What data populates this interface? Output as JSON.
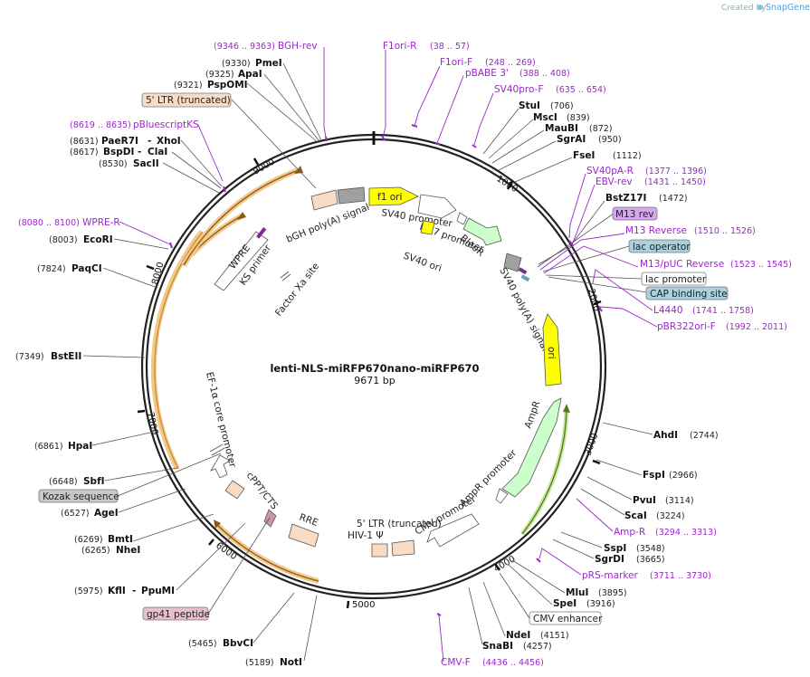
{
  "watermark": {
    "prefix": "Created by",
    "brand": "SnapGene"
  },
  "plasmid": {
    "name": "lenti-NLS-miRFP670nano-miRFP670",
    "length_label": "9671 bp"
  },
  "ticks": [
    {
      "label": "1000"
    },
    {
      "label": "2000"
    },
    {
      "label": "3000"
    },
    {
      "label": "4000"
    },
    {
      "label": "5000"
    },
    {
      "label": "6000"
    },
    {
      "label": "7000"
    },
    {
      "label": "8000"
    },
    {
      "label": "9000"
    }
  ],
  "labels_left": [
    {
      "name": "BGH-rev",
      "pos": "(9346 .. 9363)",
      "kind": "primer"
    },
    {
      "name": "PmeI",
      "pos": "(9330)",
      "kind": "enzyme"
    },
    {
      "name": "ApaI",
      "pos": "(9325)",
      "kind": "enzyme"
    },
    {
      "name": "PspOMI",
      "pos": "(9321)",
      "kind": "enzyme"
    },
    {
      "name": "5' LTR (truncated)",
      "kind": "boxed",
      "color": "#f9dcc3"
    },
    {
      "name": "pBluescriptKS",
      "pos": "(8619 .. 8635)",
      "kind": "primer"
    },
    {
      "name": "PaeR7I",
      "extra": "XhoI",
      "pos": "(8631)",
      "kind": "enzyme"
    },
    {
      "name": "BspDI",
      "extra": "ClaI",
      "pos": "(8617)",
      "kind": "enzyme"
    },
    {
      "name": "SacII",
      "pos": "(8530)",
      "kind": "enzyme"
    },
    {
      "name": "WPRE-R",
      "pos": "(8080 .. 8100)",
      "kind": "primer"
    },
    {
      "name": "EcoRI",
      "pos": "(8003)",
      "kind": "enzyme"
    },
    {
      "name": "PaqCI",
      "pos": "(7824)",
      "kind": "enzyme"
    },
    {
      "name": "BstEII",
      "pos": "(7349)",
      "kind": "enzyme"
    },
    {
      "name": "HpaI",
      "pos": "(6861)",
      "kind": "enzyme"
    },
    {
      "name": "SbfI",
      "pos": "(6648)",
      "kind": "enzyme"
    },
    {
      "name": "Kozak sequence",
      "kind": "boxed",
      "color": "#c8c8c8"
    },
    {
      "name": "AgeI",
      "pos": "(6527)",
      "kind": "enzyme"
    },
    {
      "name": "BmtI",
      "pos": "(6269)",
      "kind": "enzyme"
    },
    {
      "name": "NheI",
      "pos": "(6265)",
      "kind": "enzyme"
    },
    {
      "name": "KflI",
      "extra": "PpuMI",
      "pos": "(5975)",
      "kind": "enzyme"
    },
    {
      "name": "gp41 peptide",
      "kind": "boxed",
      "color": "#e7c0cf"
    },
    {
      "name": "BbvCI",
      "pos": "(5465)",
      "kind": "enzyme"
    },
    {
      "name": "NotI",
      "pos": "(5189)",
      "kind": "enzyme"
    }
  ],
  "labels_right": [
    {
      "name": "F1ori-R",
      "pos": "(38 .. 57)",
      "kind": "primer"
    },
    {
      "name": "F1ori-F",
      "pos": "(248 .. 269)",
      "kind": "primer"
    },
    {
      "name": "pBABE 3'",
      "pos": "(388 .. 408)",
      "kind": "primer"
    },
    {
      "name": "SV40pro-F",
      "pos": "(635 .. 654)",
      "kind": "primer"
    },
    {
      "name": "StuI",
      "pos": "(706)",
      "kind": "enzyme"
    },
    {
      "name": "MscI",
      "pos": "(839)",
      "kind": "enzyme"
    },
    {
      "name": "MauBI",
      "pos": "(872)",
      "kind": "enzyme"
    },
    {
      "name": "SgrAI",
      "pos": "(950)",
      "kind": "enzyme"
    },
    {
      "name": "FseI",
      "pos": "(1112)",
      "kind": "enzyme"
    },
    {
      "name": "SV40pA-R",
      "pos": "(1377 .. 1396)",
      "kind": "primer"
    },
    {
      "name": "EBV-rev",
      "pos": "(1431 .. 1450)",
      "kind": "primer"
    },
    {
      "name": "BstZ17I",
      "pos": "(1472)",
      "kind": "enzyme"
    },
    {
      "name": "M13 rev",
      "kind": "boxed",
      "color": "#d6a6ef"
    },
    {
      "name": "M13 Reverse",
      "pos": "(1510 .. 1526)",
      "kind": "primer"
    },
    {
      "name": "lac operator",
      "kind": "boxed",
      "color": "#a8d2dd"
    },
    {
      "name": "M13/pUC Reverse",
      "pos": "(1523 .. 1545)",
      "kind": "primer"
    },
    {
      "name": "lac promoter",
      "kind": "boxed",
      "color": "#ffffff"
    },
    {
      "name": "CAP binding site",
      "kind": "boxed",
      "color": "#a8d2dd"
    },
    {
      "name": "L4440",
      "pos": "(1741 .. 1758)",
      "kind": "primer"
    },
    {
      "name": "pBR322ori-F",
      "pos": "(1992 .. 2011)",
      "kind": "primer"
    },
    {
      "name": "AhdI",
      "pos": "(2744)",
      "kind": "enzyme"
    },
    {
      "name": "FspI",
      "pos": "(2966)",
      "kind": "enzyme"
    },
    {
      "name": "PvuI",
      "pos": "(3114)",
      "kind": "enzyme"
    },
    {
      "name": "ScaI",
      "pos": "(3224)",
      "kind": "enzyme"
    },
    {
      "name": "Amp-R",
      "pos": "(3294 .. 3313)",
      "kind": "primer"
    },
    {
      "name": "SspI",
      "pos": "(3548)",
      "kind": "enzyme"
    },
    {
      "name": "SgrDI",
      "pos": "(3665)",
      "kind": "enzyme"
    },
    {
      "name": "pRS-marker",
      "pos": "(3711 .. 3730)",
      "kind": "primer"
    },
    {
      "name": "MluI",
      "pos": "(3895)",
      "kind": "enzyme"
    },
    {
      "name": "SpeI",
      "pos": "(3916)",
      "kind": "enzyme"
    },
    {
      "name": "CMV enhancer",
      "kind": "boxed",
      "color": "#ffffff"
    },
    {
      "name": "NdeI",
      "pos": "(4151)",
      "kind": "enzyme"
    },
    {
      "name": "SnaBI",
      "pos": "(4257)",
      "kind": "enzyme"
    },
    {
      "name": "CMV-F",
      "pos": "(4436 .. 4456)",
      "kind": "primer"
    }
  ],
  "features": [
    {
      "name": "f1 ori",
      "color": "#ffff00"
    },
    {
      "name": "SV40 promoter",
      "color": "#ffffff"
    },
    {
      "name": "EM7 promoter",
      "color": "#ffffff"
    },
    {
      "name": "BleoR",
      "color": "#ccffcc"
    },
    {
      "name": "SV40 ori",
      "color": "#ffff00"
    },
    {
      "name": "SV40 poly(A) signal",
      "color": "#a0a0a0"
    },
    {
      "name": "ori",
      "color": "#ffff00"
    },
    {
      "name": "AmpR",
      "color": "#ccffcc"
    },
    {
      "name": "AmpR promoter",
      "color": "#ffffff"
    },
    {
      "name": "CMV promoter",
      "color": "#ffffff"
    },
    {
      "name": "5' LTR (truncated)",
      "color": "#f9dcc3"
    },
    {
      "name": "HIV-1 Ψ",
      "color": "#f9dcc3"
    },
    {
      "name": "RRE",
      "color": "#f9dcc3"
    },
    {
      "name": "cPPT/CTS",
      "color": "#f9dcc3"
    },
    {
      "name": "EF-1α core promoter",
      "color": "#ffffff"
    },
    {
      "name": "WPRE",
      "color": "#ffffff"
    },
    {
      "name": "KS primer",
      "color": "#ffffff"
    },
    {
      "name": "Factor Xa site",
      "color": "#ffffff"
    },
    {
      "name": "bGH poly(A) signal",
      "color": "#a0a0a0"
    }
  ],
  "colors": {
    "primer": "#9a27c9",
    "enzyme": "#111111",
    "backbone": "#222222",
    "orf_track": "#f3c98b"
  }
}
